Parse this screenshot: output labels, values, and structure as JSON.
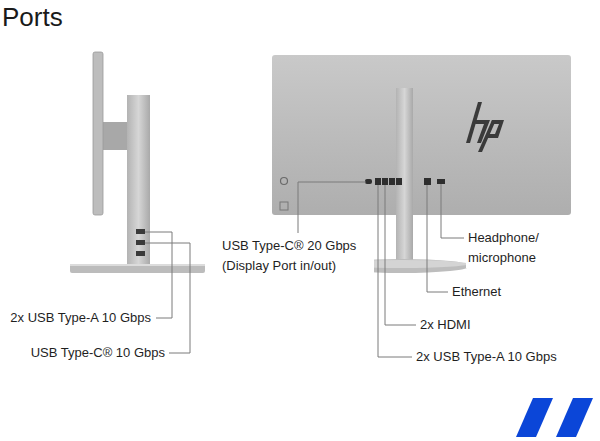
{
  "diagram": {
    "title": "Ports",
    "labels": [
      "2x USB Type-A 10 Gbps",
      "USB Type-C® 10 Gbps",
      "USB Type-C® 20 Gbps (Display Port in/out)",
      "Headphone/ microphone",
      "Ethernet",
      "2x HDMI",
      "2x USB Type-A 10 Gbps"
    ]
  }
}
